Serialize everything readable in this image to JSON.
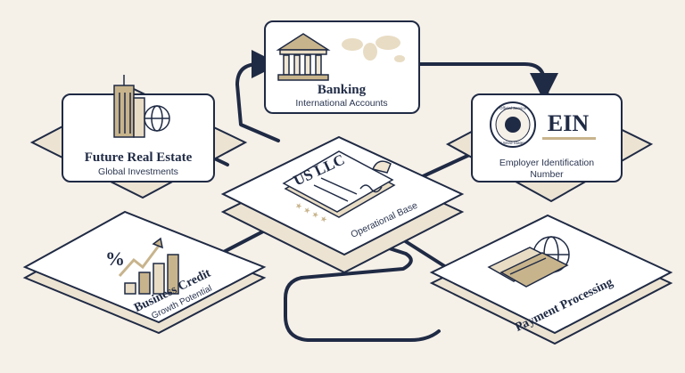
{
  "colors": {
    "background": "#f5f0e8",
    "navy": "#1f2a44",
    "gold": "#c8b48c",
    "card_fill": "#ffffff",
    "card_shadow": "#ece3d2"
  },
  "nodes": {
    "banking": {
      "title": "Banking",
      "subtitle": "International Accounts",
      "icon": "bank-building-icon"
    },
    "ein": {
      "title": "EIN",
      "subtitle_line1": "Employer Identification",
      "subtitle_line2": "Number",
      "seal_top": "Official Service",
      "seal_bottom": "United States",
      "icon": "official-seal-icon"
    },
    "real_estate": {
      "title": "Future Real Estate",
      "subtitle": "Global Investments",
      "icon": "skyscraper-globe-icon"
    },
    "us_llc": {
      "document_title": "US LLC",
      "subtitle": "Operational Base",
      "icon": "llc-document-icon"
    },
    "business_credit": {
      "title": "Business Credit",
      "subtitle": "Growth Potential",
      "symbol": "%",
      "icon": "growth-chart-icon"
    },
    "payment": {
      "title": "Payment Processing",
      "icon": "payment-card-icon"
    }
  }
}
